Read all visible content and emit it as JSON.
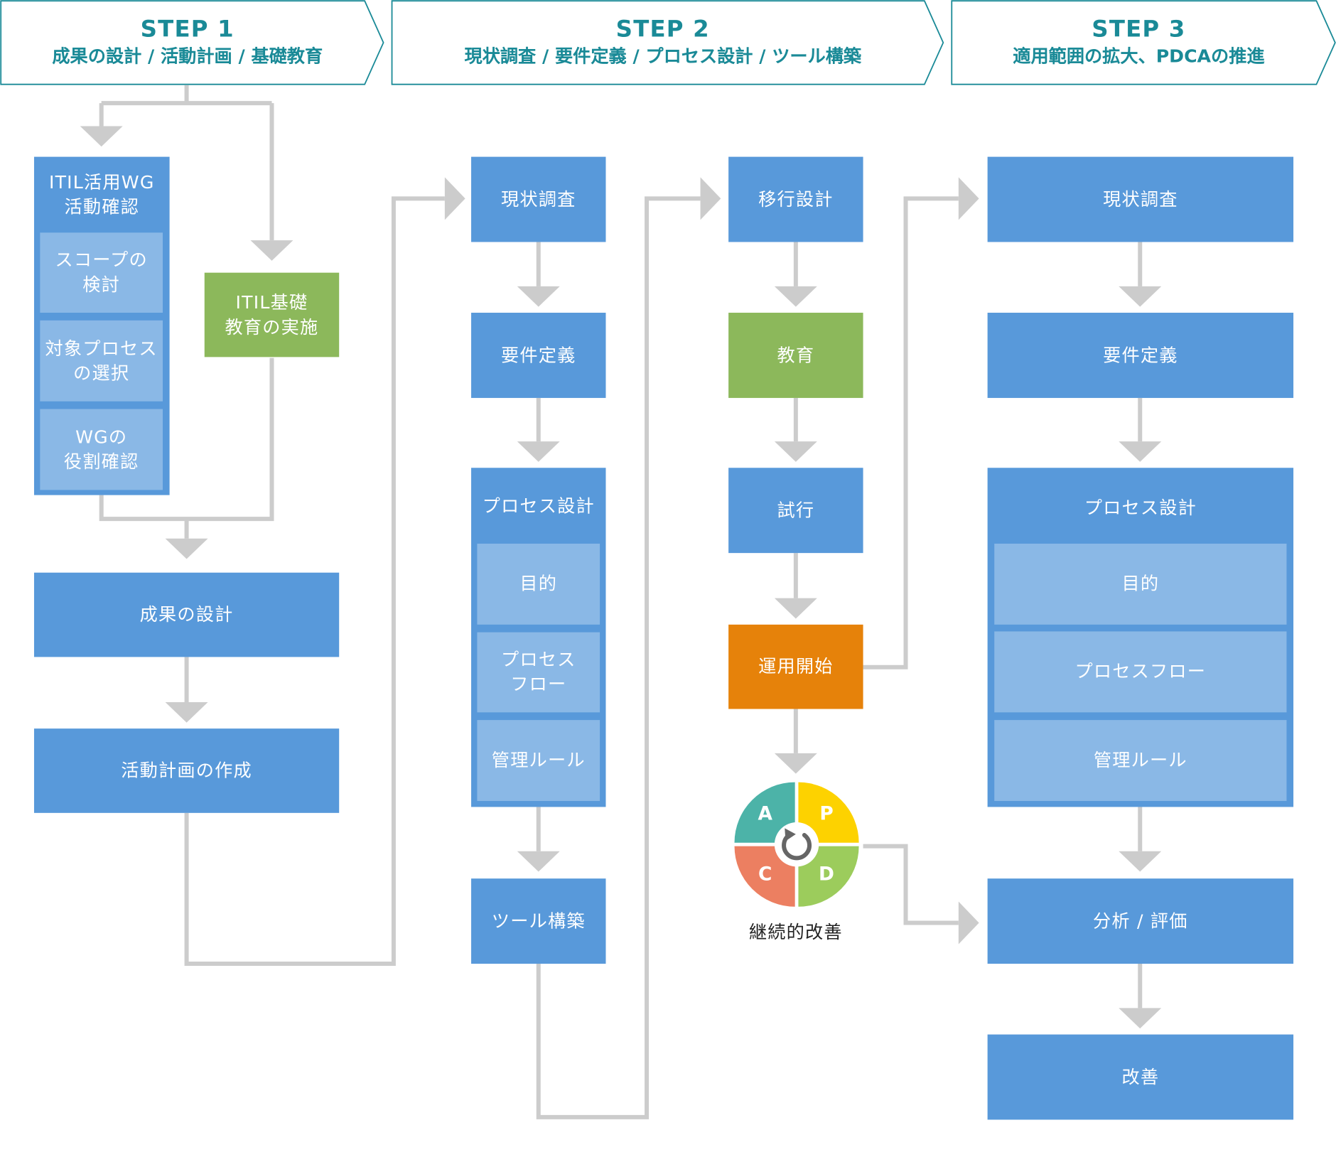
{
  "colors": {
    "primary_box": "#5899da",
    "sub_box": "#8ab8e6",
    "education_box": "#8cb85b",
    "operation_box": "#e6820a",
    "header_text": "#1a8a97",
    "connector": "#cccccc",
    "pdca": {
      "A": "#4cb3a8",
      "P": "#fdd200",
      "C": "#ec7f61",
      "D": "#9ccc5c"
    }
  },
  "steps": [
    {
      "title": "STEP 1",
      "subtitle": "成果の設計 / 活動計画 / 基礎教育"
    },
    {
      "title": "STEP 2",
      "subtitle": "現状調査 / 要件定義 / プロセス設計 / ツール構築"
    },
    {
      "title": "STEP 3",
      "subtitle": "適用範囲の拡大、PDCAの推進"
    }
  ],
  "step1": {
    "wg_group": {
      "title": "ITIL活用WG\n活動確認",
      "items": [
        "スコープの\n検討",
        "対象プロセス\nの選択",
        "WGの\n役割確認"
      ]
    },
    "education": "ITIL基礎\n教育の実施",
    "outcome_design": "成果の設計",
    "activity_plan": "活動計画の作成"
  },
  "step2a": {
    "survey": "現状調査",
    "requirements": "要件定義",
    "process_design": {
      "title": "プロセス設計",
      "items": [
        "目的",
        "プロセス\nフロー",
        "管理ルール"
      ]
    },
    "tool_build": "ツール構築"
  },
  "step2b": {
    "migration_design": "移行設計",
    "education": "教育",
    "trial": "試行",
    "operation_start": "運用開始",
    "pdca": {
      "letters": [
        "A",
        "P",
        "C",
        "D"
      ],
      "caption": "継続的改善"
    }
  },
  "step3": {
    "survey": "現状調査",
    "requirements": "要件定義",
    "process_design": {
      "title": "プロセス設計",
      "items": [
        "目的",
        "プロセスフロー",
        "管理ルール"
      ]
    },
    "analysis": "分析 / 評価",
    "improvement": "改善"
  }
}
